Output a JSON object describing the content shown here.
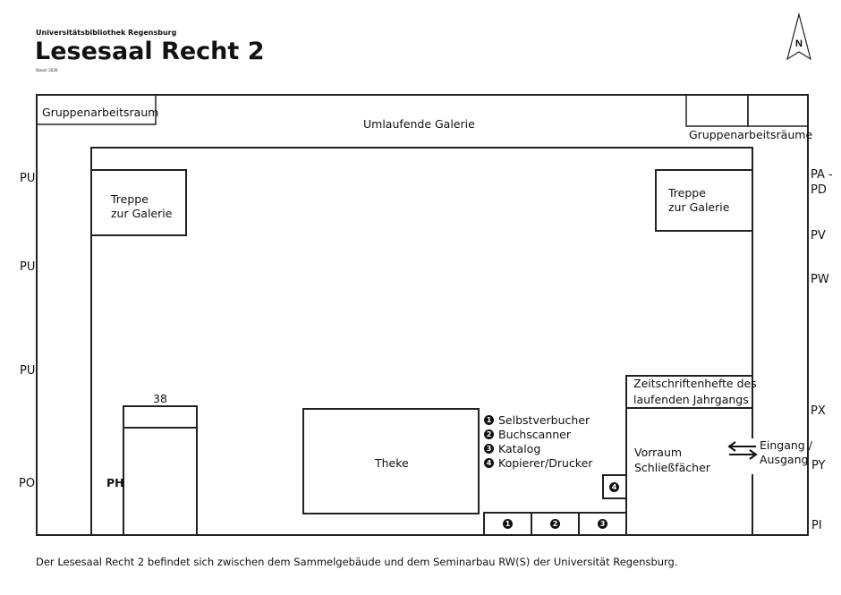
{
  "header": {
    "institution": "Universitätsbibliothek Regensburg",
    "title": "Lesesaal Recht 2",
    "stand": "Stand: 2026"
  },
  "compass": {
    "label": "N"
  },
  "rooms": {
    "gruppenarbeitsraum": "Gruppenarbeitsraum",
    "umlaufende_galerie": "Umlaufende Galerie",
    "gruppenarbeitsraeume": "Gruppenarbeitsräume",
    "treppe_left_1": "Treppe",
    "treppe_left_2": "zur Galerie",
    "treppe_right_1": "Treppe",
    "treppe_right_2": "zur Galerie",
    "zeitschriften_1": "Zeitschriftenhefte des",
    "zeitschriften_2": "laufenden Jahrgangs",
    "theke": "Theke",
    "vorraum_1": "Vorraum",
    "vorraum_2": "Schließfächer",
    "eingang_1": "Eingang /",
    "eingang_2": "Ausgang",
    "shelf_38": "38",
    "ph": "PH"
  },
  "legend": [
    {
      "num": "1",
      "label": "Selbstverbucher"
    },
    {
      "num": "2",
      "label": "Buchscanner"
    },
    {
      "num": "3",
      "label": "Katalog"
    },
    {
      "num": "4",
      "label": "Kopierer/Drucker"
    }
  ],
  "markers": {
    "m1": "1",
    "m2": "2",
    "m3": "3",
    "m4": "4"
  },
  "left_signatures": [
    "PU",
    "PU",
    "PU",
    "PO"
  ],
  "right_signatures": {
    "pa_1": "PA -",
    "pa_2": "PD",
    "pv": "PV",
    "pw": "PW",
    "px": "PX",
    "py": "PY",
    "pi": "PI"
  },
  "footer": {
    "note": "Der Lesesaal Recht 2 befindet sich zwischen dem Sammelgebäude und dem Seminarbau RW(S) der Universität Regensburg."
  }
}
